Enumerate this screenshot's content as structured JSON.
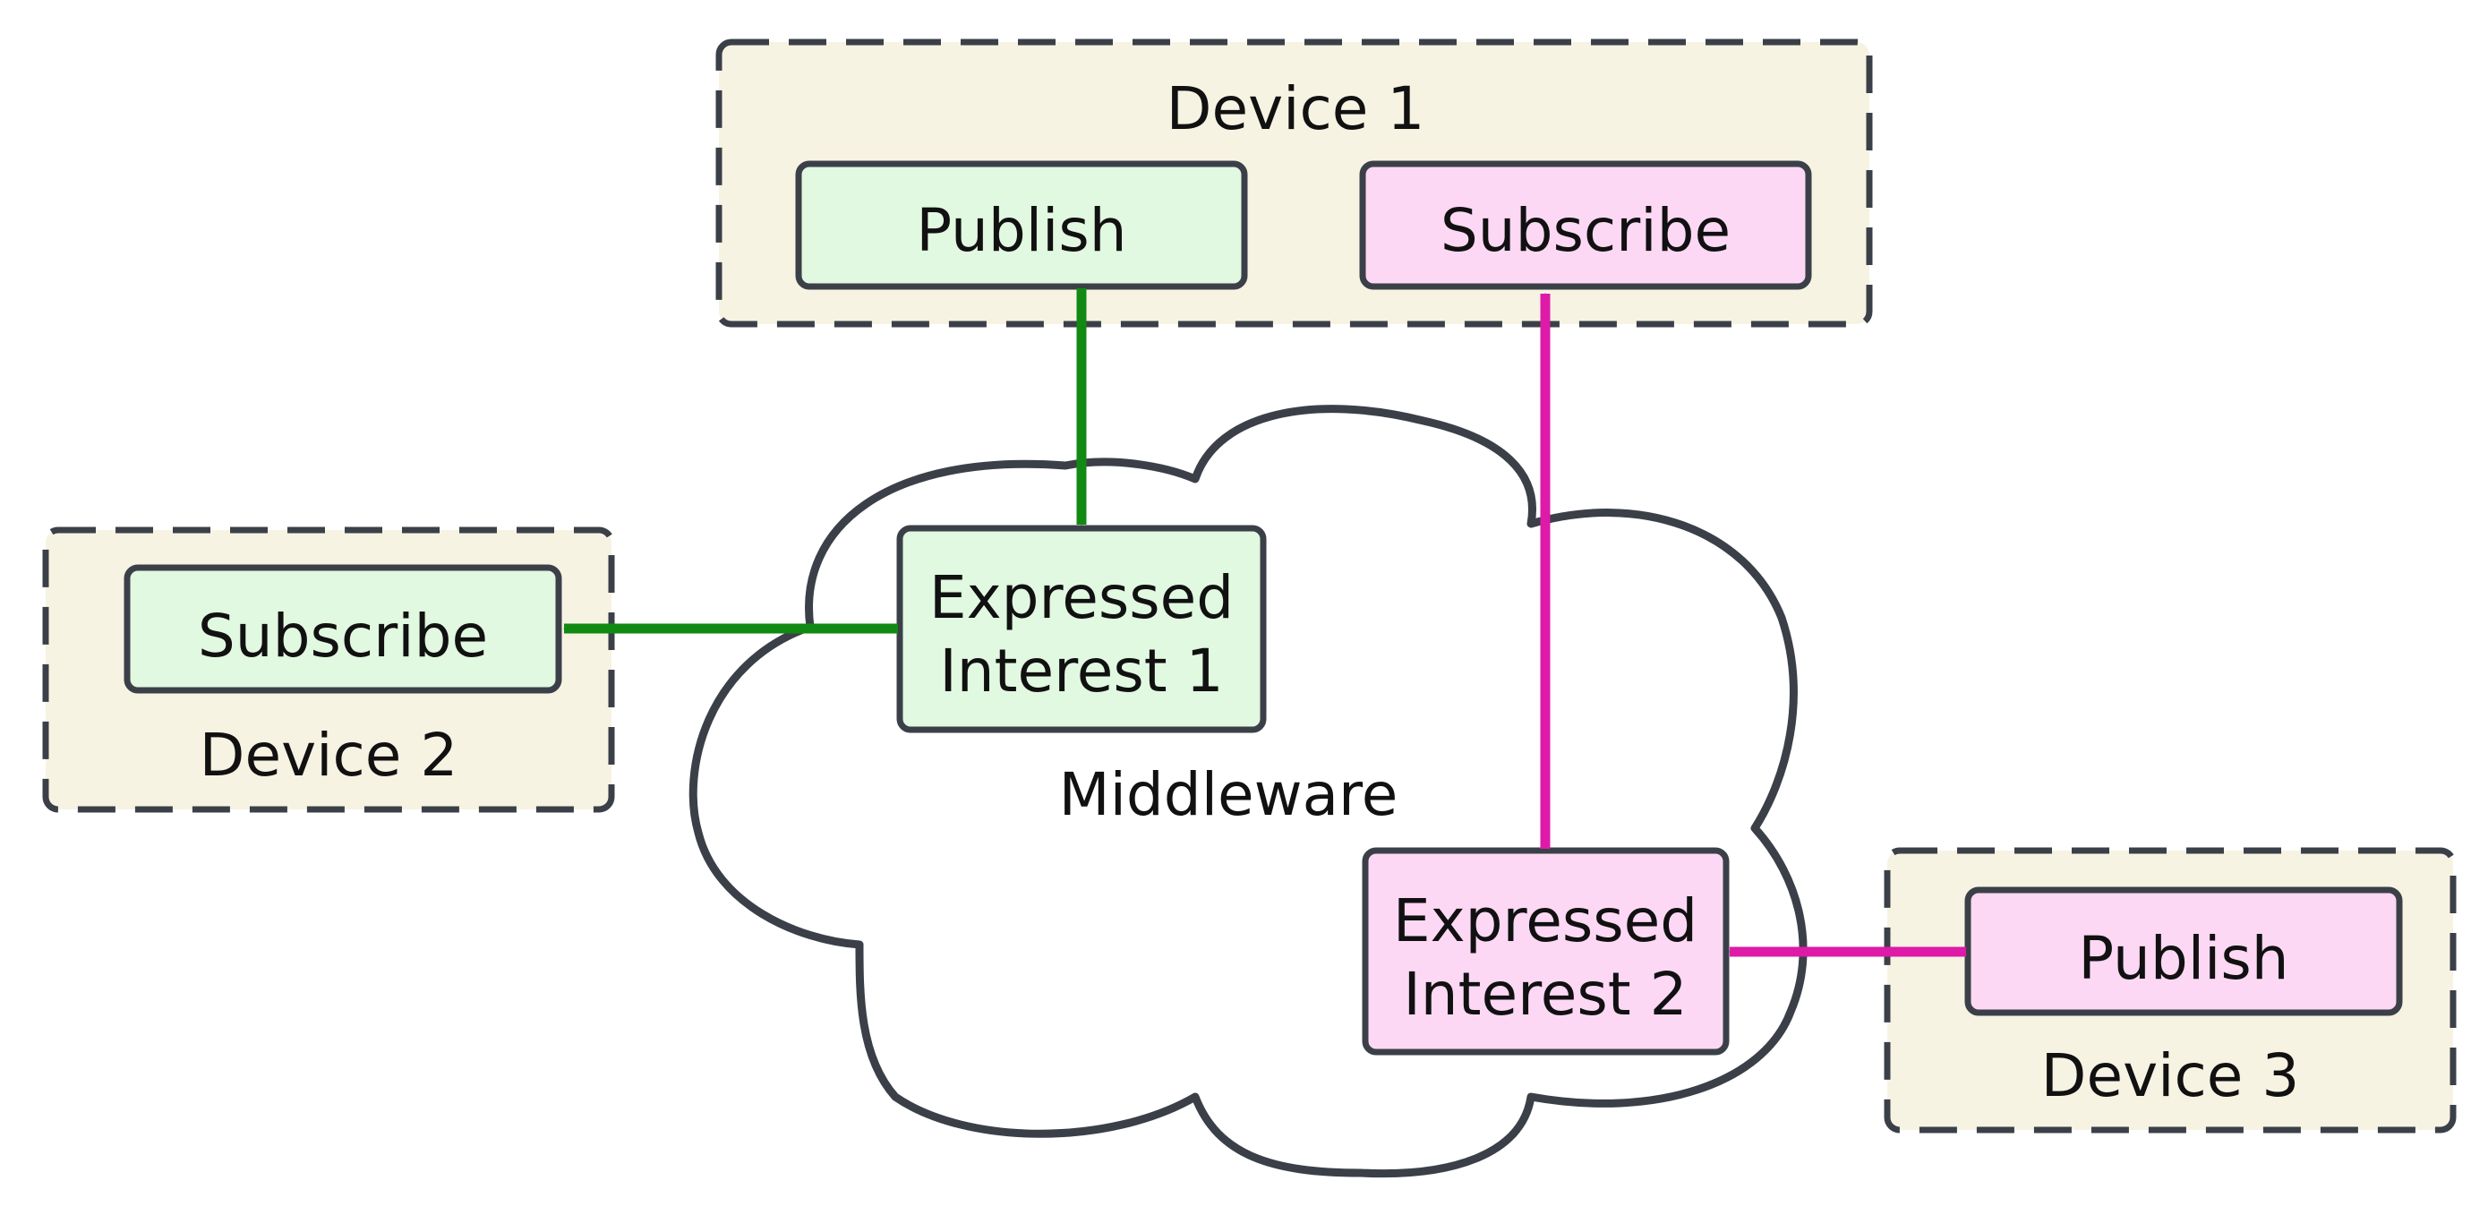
{
  "colors": {
    "device_fill": "#f7f3e3",
    "device_stroke": "#3b4048",
    "green_fill": "#e1f8e1",
    "green_arrow": "#118a13",
    "pink_fill": "#fdd8f5",
    "pink_arrow": "#de1aa8",
    "cloud_fill": "#ffffff",
    "cloud_stroke": "#3b4048",
    "text": "#111111"
  },
  "device1": {
    "label": "Device 1",
    "publish": "Publish",
    "subscribe": "Subscribe"
  },
  "device2": {
    "label": "Device 2",
    "subscribe": "Subscribe"
  },
  "device3": {
    "label": "Device 3",
    "publish": "Publish"
  },
  "middleware": {
    "label": "Middleware",
    "interest1": {
      "line1": "Expressed",
      "line2": "Interest 1"
    },
    "interest2": {
      "line1": "Expressed",
      "line2": "Interest 2"
    }
  }
}
